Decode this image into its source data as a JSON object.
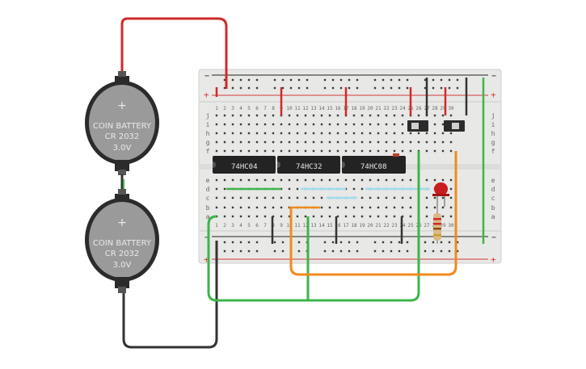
{
  "colors": {
    "board": "#e8e8e6",
    "board_edge": "#cfcfcd",
    "hole": "#3a3a3a",
    "rail_red": "#d43a3a",
    "rail_black": "#222222",
    "wire_red": "#d02a2a",
    "wire_black": "#333333",
    "wire_green": "#3cb54a",
    "wire_orange": "#f08a1c",
    "wire_blue": "#9fdcee",
    "chip": "#232323",
    "battery_body": "#9a9a9a",
    "battery_rim": "#2b2b2b",
    "led_red": "#c81e1e",
    "resistor": "#d9b98a"
  },
  "batteries": [
    {
      "name": "COIN BATTERY",
      "model": "CR 2032",
      "voltage": "3.0V",
      "plus": "+"
    },
    {
      "name": "COIN BATTERY",
      "model": "CR 2032",
      "voltage": "3.0V",
      "plus": "+"
    }
  ],
  "chips": [
    {
      "label": "74HC04"
    },
    {
      "label": "74HC32"
    },
    {
      "label": "74HC08"
    }
  ],
  "breadboard": {
    "columns": 30,
    "rows_top": [
      "j",
      "i",
      "h",
      "g",
      "f"
    ],
    "rows_bottom": [
      "e",
      "d",
      "c",
      "b",
      "a"
    ],
    "rail_plus": "+",
    "rail_minus": "−",
    "shown_column_numbers": [
      1,
      2,
      3,
      4,
      5,
      6,
      7,
      8,
      9,
      10,
      11,
      12,
      13,
      14,
      15,
      16,
      17,
      18,
      19,
      20,
      21,
      22,
      23,
      24,
      25,
      26,
      27,
      28,
      29,
      30
    ]
  },
  "components": {
    "switches": 2,
    "led": "red",
    "resistor": "1"
  }
}
